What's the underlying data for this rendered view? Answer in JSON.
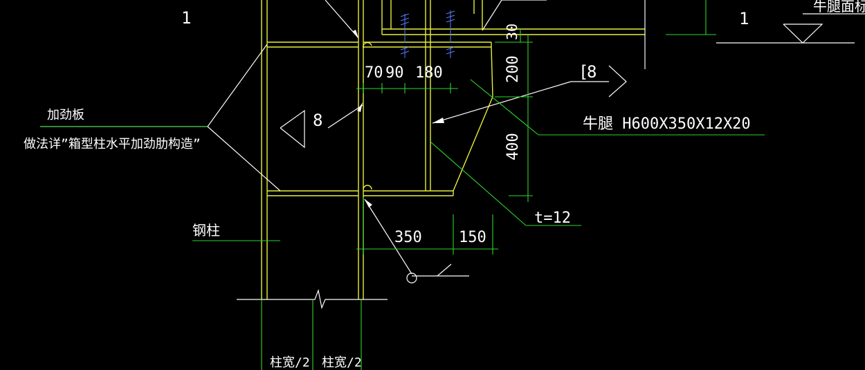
{
  "labels": {
    "section_left": "1",
    "section_right": "1",
    "corbel_elevation": "牛腿面标高",
    "stiffener_title": "加劲板",
    "stiffener_note": "做法详”箱型柱水平加劲肋构造”",
    "weld_callout": "8",
    "weld_callout_right": "8",
    "corbel_spec": "牛腿  H600X350X12X20",
    "steel_column": "钢柱",
    "thickness": "t=12",
    "dim_30": "30",
    "dim_70": "70",
    "dim_90": "90",
    "dim_180": "180",
    "dim_200": "200",
    "dim_400": "400",
    "dim_350": "350",
    "dim_150": "150",
    "col_half_left": "柱宽/2",
    "col_half_right": "柱宽/2"
  },
  "colors": {
    "background": "#000000",
    "structure": "#ffffff",
    "steel_plate": "#e9ef3a",
    "dimension": "#2ed62e",
    "bolt": "#5a7bff"
  }
}
